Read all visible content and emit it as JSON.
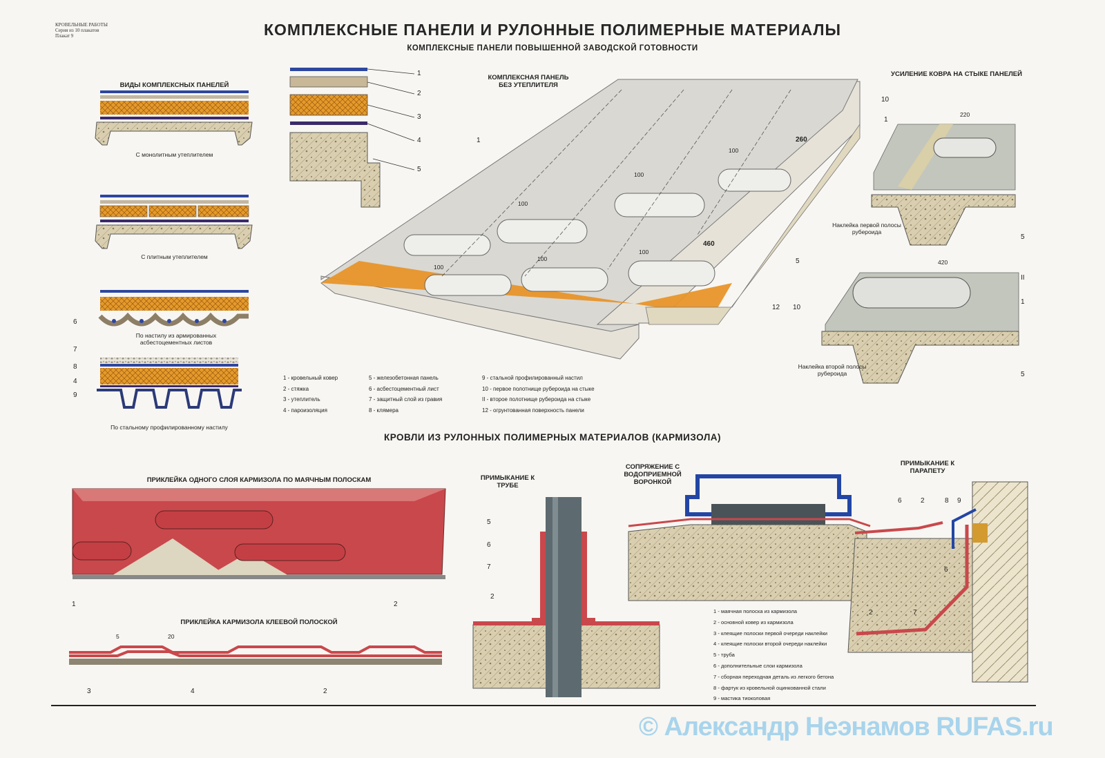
{
  "header": {
    "series": [
      "КРОВЕЛЬНЫЕ РАБОТЫ",
      "Серия из 10 плакатов",
      "Плакат 9"
    ],
    "title": "КОМПЛЕКСНЫЕ ПАНЕЛИ И РУЛОННЫЕ ПОЛИМЕРНЫЕ МАТЕРИАЛЫ",
    "subtitle": "КОМПЛЕКСНЫЕ ПАНЕЛИ ПОВЫШЕННОЙ ЗАВОДСКОЙ ГОТОВНОСТИ"
  },
  "panels": {
    "heading": "ВИДЫ КОМПЛЕКСНЫХ ПАНЕЛЕЙ",
    "cap_monolith": "С монолитным утеплителем",
    "cap_plate": "С плитным утеплителем",
    "cap_asbestos": "По настилу из армированных асбестоцементных листов",
    "cap_steel": "По стальному профилированному настилу",
    "labels_left": [
      "6",
      "7",
      "8",
      "4",
      "9"
    ]
  },
  "section_stack": {
    "labels": [
      "1",
      "2",
      "3",
      "4",
      "5"
    ]
  },
  "big_panel": {
    "heading": "КОМПЛЕКСНАЯ ПАНЕЛЬ БЕЗ УТЕПЛИТЕЛЯ",
    "dims": [
      "260",
      "100",
      "100",
      "100",
      "460",
      "100",
      "100",
      "100"
    ],
    "labels": [
      "1",
      "5",
      "12"
    ]
  },
  "joint": {
    "heading": "УСИЛЕНИЕ КОВРА НА СТЫКЕ ПАНЕЛЕЙ",
    "dim_top": "220",
    "dim_bottom": "420",
    "cap_first": "Наклейка первой полосы рубероида",
    "cap_second": "Наклейка второй полосы рубероида",
    "labels": [
      "10",
      "1",
      "5",
      "II",
      "10",
      "1",
      "5"
    ]
  },
  "legend1": {
    "col1": [
      "1 - кровельный ковер",
      "2 - стяжка",
      "3 - утеплитель",
      "4 - пароизоляция"
    ],
    "col2": [
      "5 - железобетонная панель",
      "6 - асбестоцементный лист",
      "7 - защитный слой из гравия",
      "8 - клямера"
    ],
    "col3": [
      "9 - стальной профилированный настил",
      "10 - первое полотнище рубероида на стыке",
      "II - второе полотнище рубероида на стыке",
      "12 - огрунтованная поверхность панели"
    ]
  },
  "section2": {
    "title": "КРОВЛИ ИЗ РУЛОННЫХ ПОЛИМЕРНЫХ МАТЕРИАЛОВ (КАРМИЗОЛА)"
  },
  "karmizol": {
    "heading_strips": "ПРИКЛЕЙКА ОДНОГО СЛОЯ КАРМИЗОЛА ПО МАЯЧНЫМ ПОЛОСКАМ",
    "heading_glue": "ПРИКЛЕЙКА КАРМИЗОЛА КЛЕЕВОЙ ПОЛОСКОЙ",
    "labels_strips": [
      "1",
      "2"
    ],
    "dims_glue": [
      "5",
      "20"
    ],
    "labels_glue": [
      "3",
      "4",
      "2"
    ]
  },
  "pipe": {
    "heading": "ПРИМЫКАНИЕ К ТРУБЕ",
    "labels": [
      "5",
      "6",
      "7",
      "2"
    ]
  },
  "funnel": {
    "heading": "СОПРЯЖЕНИЕ С ВОДОПРИЕМНОЙ ВОРОНКОЙ"
  },
  "parapet": {
    "heading": "ПРИМЫКАНИЕ К ПАРАПЕТУ",
    "labels": [
      "6",
      "2",
      "8",
      "9",
      "6",
      "2",
      "7"
    ]
  },
  "legend2": [
    "1 - маячная полоска из кармизола",
    "2 - основной ковер из кармизола",
    "3 - клеящие полоски первой очереди наклейки",
    "4 - клеящие полоски второй очереди наклейки",
    "5 - труба",
    "6 - дополнительные слои кармизола",
    "7 - сборная переходная деталь из легкого бетона",
    "8 - фартук из кровельной оцинкованной стали",
    "9 - мастика тиоколовая"
  ],
  "watermark": "© Александр Неэнамов RUFAS.ru",
  "colors": {
    "insulation": "#e59a2a",
    "membrane": "#2e46a0",
    "concrete": "#d9cfb0",
    "karmizol_red": "#c9484c",
    "karmizol_pink": "#e3a3a3",
    "primer": "#e8952a",
    "pipe": "#5d6a6f",
    "funnel_blue": "#2346a5"
  }
}
